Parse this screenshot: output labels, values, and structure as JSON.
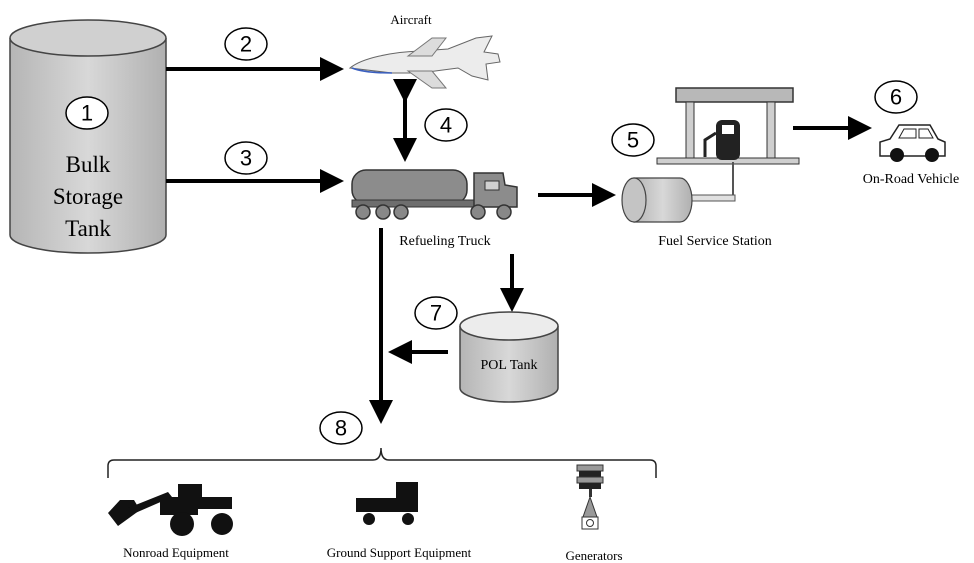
{
  "tank": {
    "lines": [
      "Bulk",
      "Storage",
      "Tank"
    ]
  },
  "labels": {
    "aircraft": "Aircraft",
    "truck": "Refueling Truck",
    "station": "Fuel Service Station",
    "vehicle": "On-Road Vehicle",
    "pol": "POL  Tank",
    "nonroad": "Nonroad Equipment",
    "gse": "Ground Support Equipment",
    "generators": "Generators"
  },
  "steps": [
    "1",
    "2",
    "3",
    "4",
    "5",
    "6",
    "7",
    "8"
  ],
  "colors": {
    "tank_fill": "#c8c8c8",
    "truck_fill": "#8c8c8c",
    "line": "#000000"
  }
}
